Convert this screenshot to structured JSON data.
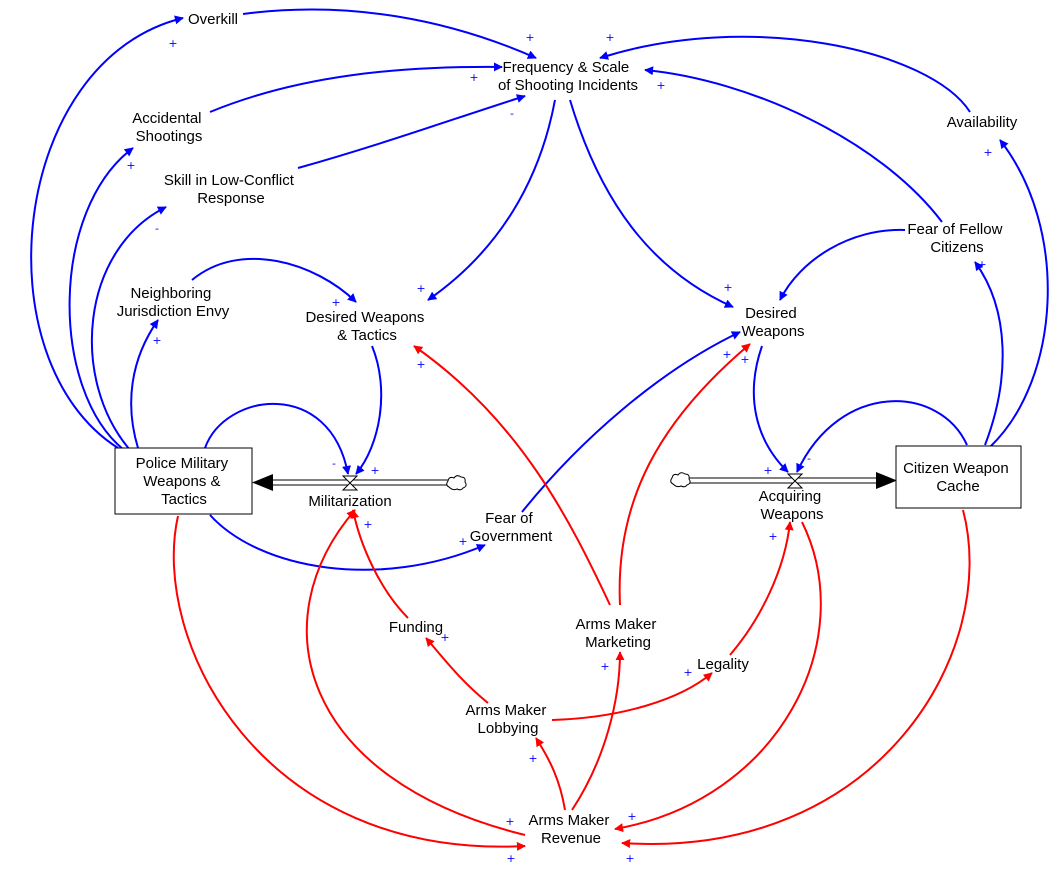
{
  "diagram": {
    "colors": {
      "reinforcing": "#0000ff",
      "balancing": "#ff0000",
      "flow": "#000000"
    },
    "stocks": [
      {
        "id": "police",
        "lines": [
          "Police Military",
          "Weapons &",
          "Tactics"
        ]
      },
      {
        "id": "citizen",
        "lines": [
          "Citizen Weapon",
          "Cache"
        ]
      }
    ],
    "flows": [
      {
        "id": "militarization",
        "lines": [
          "Militarization"
        ]
      },
      {
        "id": "acquiring",
        "lines": [
          "Acquiring",
          "Weapons"
        ]
      }
    ],
    "variables": [
      {
        "id": "overkill",
        "lines": [
          "Overkill"
        ]
      },
      {
        "id": "frequency",
        "lines": [
          "Frequency & Scale",
          "of Shooting Incidents"
        ]
      },
      {
        "id": "accidental",
        "lines": [
          "Accidental",
          "Shootings"
        ]
      },
      {
        "id": "skill",
        "lines": [
          "Skill in Low-Conflict",
          "Response"
        ]
      },
      {
        "id": "neighboring",
        "lines": [
          "Neighboring",
          "Jurisdiction Envy"
        ]
      },
      {
        "id": "desired_tactics",
        "lines": [
          "Desired Weapons",
          "& Tactics"
        ]
      },
      {
        "id": "desired_weapons",
        "lines": [
          "Desired",
          "Weapons"
        ]
      },
      {
        "id": "availability",
        "lines": [
          "Availability"
        ]
      },
      {
        "id": "fear_citizens",
        "lines": [
          "Fear of Fellow",
          "Citizens"
        ]
      },
      {
        "id": "fear_gov",
        "lines": [
          "Fear of",
          "Government"
        ]
      },
      {
        "id": "funding",
        "lines": [
          "Funding"
        ]
      },
      {
        "id": "marketing",
        "lines": [
          "Arms Maker",
          "Marketing"
        ]
      },
      {
        "id": "legality",
        "lines": [
          "Legality"
        ]
      },
      {
        "id": "lobbying",
        "lines": [
          "Arms Maker",
          "Lobbying"
        ]
      },
      {
        "id": "revenue",
        "lines": [
          "Arms Maker",
          "Revenue"
        ]
      }
    ],
    "polarity_marks": [
      "+",
      "-"
    ]
  }
}
